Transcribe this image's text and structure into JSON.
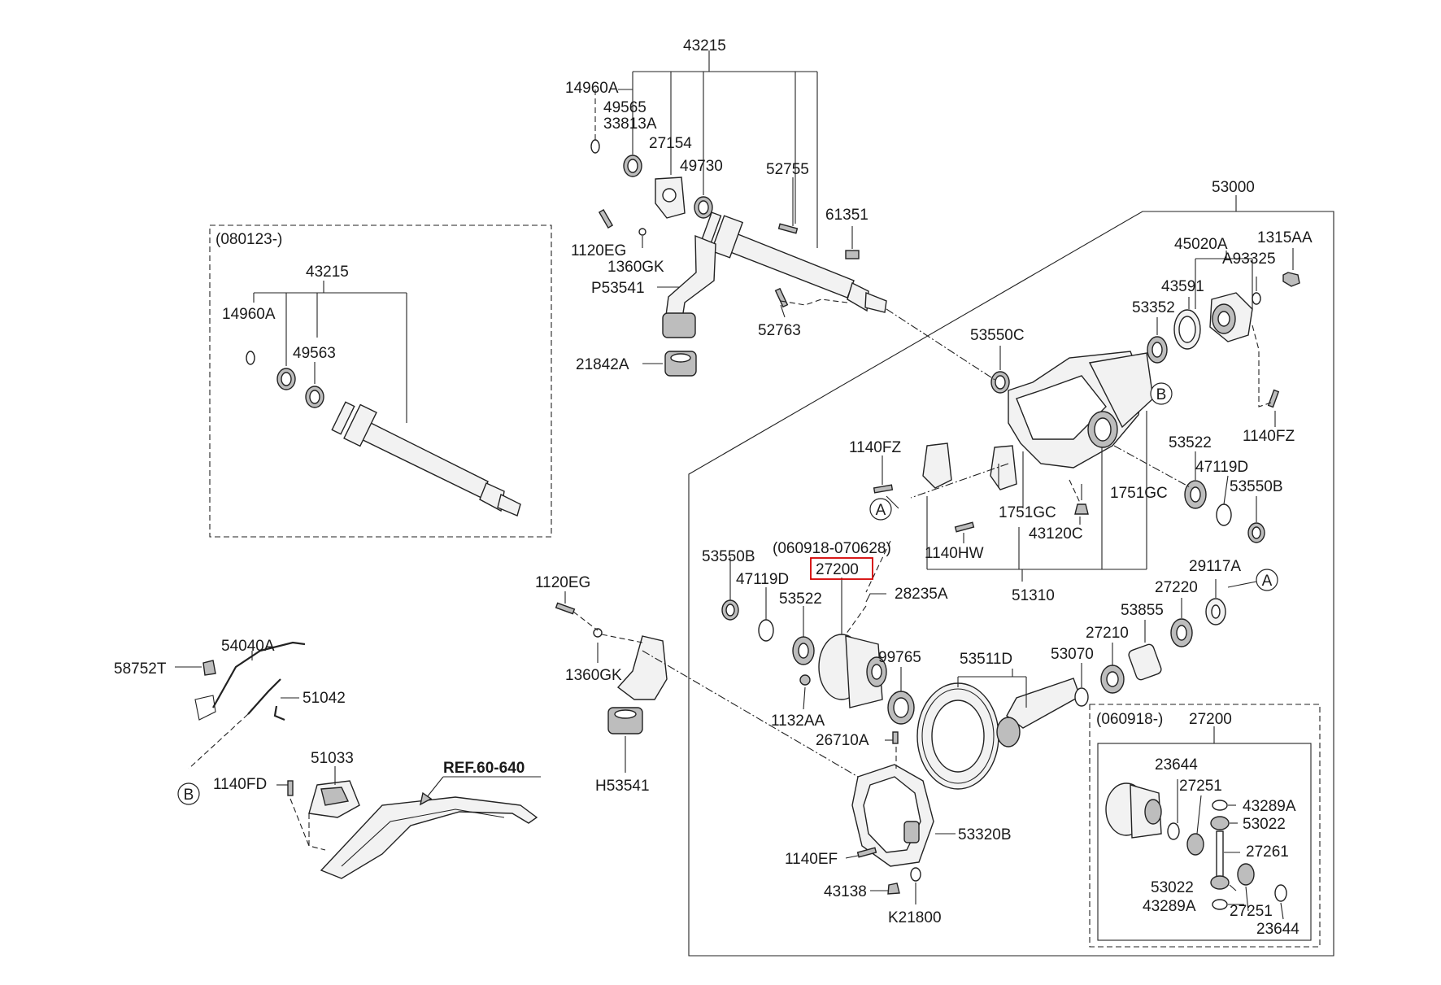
{
  "labels": {
    "l43215_top": "43215",
    "l14960A_top": "14960A",
    "l49565": "49565",
    "l33813A": "33813A",
    "l27154": "27154",
    "l49730": "49730",
    "l52755": "52755",
    "l61351": "61351",
    "l1120EG_top": "1120EG",
    "l1360GK_top": "1360GK",
    "lP53541": "P53541",
    "l52763": "52763",
    "l21842A": "21842A",
    "l53000": "53000",
    "l45020A": "45020A",
    "l1315AA": "1315AA",
    "lA93325": "A93325",
    "l43591": "43591",
    "l53352": "53352",
    "l53550C": "53550C",
    "l1140FZ_right": "1140FZ",
    "l53522_right": "53522",
    "l47119D_right": "47119D",
    "l53550B_right": "53550B",
    "l1751GC_right": "1751GC",
    "l1751GC_mid": "1751GC",
    "l43120C": "43120C",
    "l1140HW": "1140HW",
    "l51310": "51310",
    "l1140FZ_left": "1140FZ",
    "l060918_070628": "(060918-070628)",
    "l27200_main": "27200",
    "l28235A": "28235A",
    "l53550B_left": "53550B",
    "l47119D_left": "47119D",
    "l53522_left": "53522",
    "l99765": "99765",
    "l53511D": "53511D",
    "l1132AA": "1132AA",
    "l26710A": "26710A",
    "l53070": "53070",
    "l27210": "27210",
    "l53855": "53855",
    "l27220": "27220",
    "l29117A": "29117A",
    "l53320B": "53320B",
    "l1140EF": "1140EF",
    "l43138": "43138",
    "lK21800": "K21800",
    "l1120EG_mid": "1120EG",
    "l1360GK_mid": "1360GK",
    "lH53541": "H53541",
    "l080123": "(080123-)",
    "l43215_box": "43215",
    "l14960A_box": "14960A",
    "l49563": "49563",
    "l54040A": "54040A",
    "l58752T": "58752T",
    "l51042": "51042",
    "l51033": "51033",
    "l1140FD": "1140FD",
    "lREF": "REF.60-640",
    "l060918_box": "(060918-)",
    "l27200_box": "27200",
    "l23644_top": "23644",
    "l27251_top": "27251",
    "l43289A_top": "43289A",
    "l53022_top": "53022",
    "l27261": "27261",
    "l53022_bot": "53022",
    "l43289A_bot": "43289A",
    "l27251_bot": "27251",
    "l23644_bot": "23644"
  },
  "callouts": {
    "A_top": "A",
    "B_top": "B",
    "A_left": "A",
    "B_left": "B"
  },
  "colors": {
    "highlight": "#d40000",
    "line": "#222222"
  }
}
